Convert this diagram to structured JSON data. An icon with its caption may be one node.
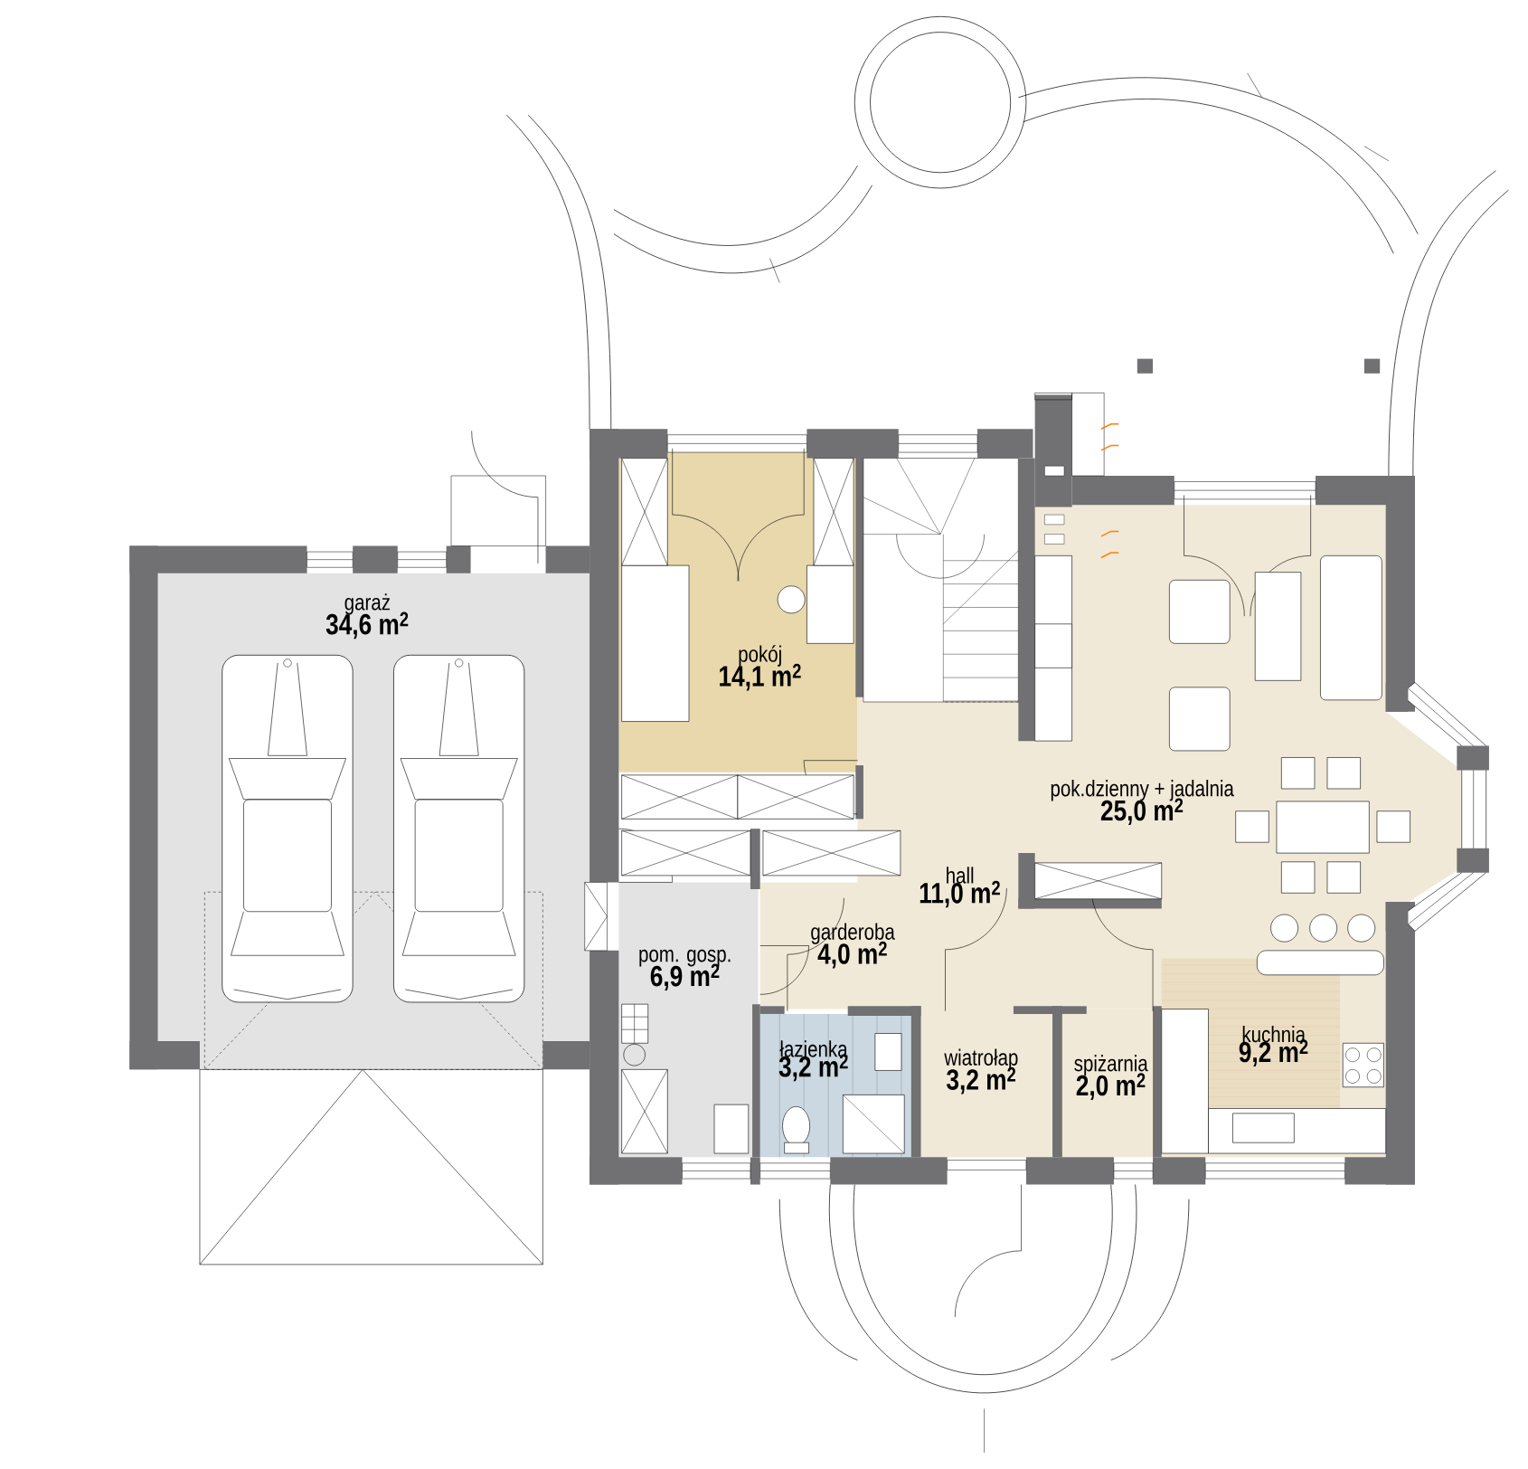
{
  "diagram": {
    "nodes": [
      {
        "text": [
          "garaż",
          "34,6 m$^{2}$"
        ]
      },
      {
        "text": [
          "pokój",
          "14,1 m$^{2}$"
        ]
      },
      {
        "text": [
          "hall",
          "11,0 m$^{2}$"
        ]
      },
      {
        "text": [
          "pok.dzienny + jadalnia",
          "25,0 m$^{2}$"
        ]
      },
      {
        "text": [
          "garderoba",
          "4,0 m$^{2}$"
        ]
      },
      {
        "text": [
          "pom. gosp.",
          "6,9 m$^{2}$"
        ]
      },
      {
        "text": [
          "łazienka",
          "3,2 m$^{2}$"
        ]
      },
      {
        "text": [
          "wiatrołap",
          "3,2 m$^{2}$"
        ]
      },
      {
        "text": [
          "spiżarnia",
          "2,0 m$^{2}$"
        ]
      },
      {
        "text": [
          "kuchnia",
          "9,2 m$^{2}$"
        ]
      }
    ]
  }
}
